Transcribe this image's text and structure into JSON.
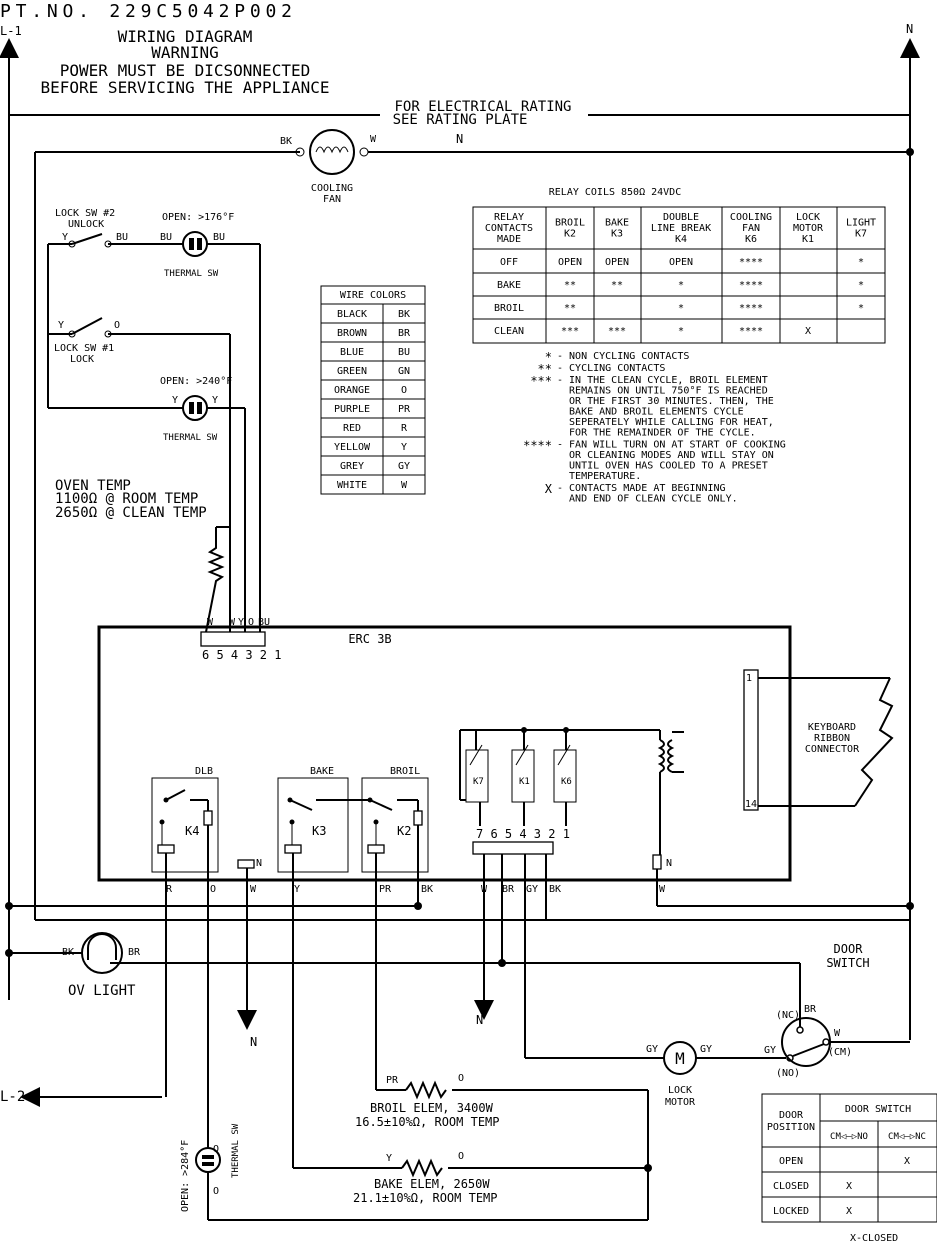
{
  "header": {
    "part_no": "PT.NO. 229C5042P002",
    "title": "WIRING DIAGRAM",
    "warning": "WARNING",
    "warning_line1": "POWER MUST BE DICSONNECTED",
    "warning_line2": "BEFORE SERVICING THE APPLIANCE",
    "rating_line1": "FOR ELECTRICAL RATING",
    "rating_line2": "SEE RATING PLATE"
  },
  "rails": {
    "l1": "L-1",
    "n": "N",
    "l2": "L-2"
  },
  "fan": {
    "label1": "COOLING",
    "label2": "FAN",
    "in": "BK",
    "out": "W",
    "n_label": "N"
  },
  "lock_sw2": {
    "label1": "LOCK SW #2",
    "label2": "UNLOCK",
    "a": "Y",
    "b": "BU"
  },
  "lock_sw1": {
    "label1": "LOCK SW #1",
    "label2": "LOCK",
    "a": "Y",
    "b": "O"
  },
  "thermal1": {
    "open": "OPEN: >176°F",
    "label": "THERMAL SW",
    "a": "BU",
    "b": "BU"
  },
  "thermal2": {
    "open": "OPEN: >240°F",
    "label": "THERMAL SW",
    "a": "Y",
    "b": "Y"
  },
  "thermal3": {
    "open": "OPEN: >284°F",
    "label": "THERMAL SW",
    "a": "O",
    "b": "O"
  },
  "oven_temp": {
    "line1": "OVEN TEMP",
    "line2": "1100Ω @ ROOM TEMP",
    "line3": "2650Ω @ CLEAN TEMP"
  },
  "wire_colors": {
    "title": "WIRE COLORS",
    "rows": [
      [
        "BLACK",
        "BK"
      ],
      [
        "BROWN",
        "BR"
      ],
      [
        "BLUE",
        "BU"
      ],
      [
        "GREEN",
        "GN"
      ],
      [
        "ORANGE",
        "O"
      ],
      [
        "PURPLE",
        "PR"
      ],
      [
        "RED",
        "R"
      ],
      [
        "YELLOW",
        "Y"
      ],
      [
        "GREY",
        "GY"
      ],
      [
        "WHITE",
        "W"
      ]
    ]
  },
  "relay_table": {
    "title": "RELAY COILS 850Ω 24VDC",
    "headers": [
      [
        "RELAY",
        "CONTACTS",
        "MADE"
      ],
      [
        "BROIL",
        "K2"
      ],
      [
        "BAKE",
        "K3"
      ],
      [
        "DOUBLE",
        "LINE BREAK",
        "K4"
      ],
      [
        "COOLING",
        "FAN",
        "K6"
      ],
      [
        "LOCK",
        "MOTOR",
        "K1"
      ],
      [
        "LIGHT",
        "K7"
      ]
    ],
    "rows": [
      [
        "OFF",
        "OPEN",
        "OPEN",
        "OPEN",
        "****",
        "",
        "*"
      ],
      [
        "BAKE",
        "**",
        "**",
        "*",
        "****",
        "",
        "*"
      ],
      [
        "BROIL",
        "**",
        "",
        "*",
        "****",
        "",
        "*"
      ],
      [
        "CLEAN",
        "***",
        "***",
        "*",
        "****",
        "X",
        ""
      ]
    ]
  },
  "notes": [
    {
      "sym": "*",
      "lines": [
        "- NON CYCLING CONTACTS"
      ]
    },
    {
      "sym": "**",
      "lines": [
        "- CYCLING CONTACTS"
      ]
    },
    {
      "sym": "***",
      "lines": [
        "- IN THE CLEAN CYCLE, BROIL ELEMENT",
        "  REMAINS ON UNTIL 750°F IS REACHED",
        "  OR THE FIRST 30 MINUTES. THEN, THE",
        "  BAKE AND BROIL ELEMENTS CYCLE",
        "  SEPERATELY WHILE CALLING FOR HEAT,",
        "  FOR THE REMAINDER OF THE CYCLE."
      ]
    },
    {
      "sym": "****",
      "lines": [
        "- FAN WILL TURN ON AT START OF COOKING",
        "  OR CLEANING MODES AND WILL STAY ON",
        "  UNTIL OVEN HAS COOLED TO A PRESET",
        "  TEMPERATURE."
      ]
    },
    {
      "sym": "X",
      "lines": [
        "- CONTACTS MADE AT BEGINNING",
        "  AND END OF CLEAN CYCLE ONLY."
      ]
    }
  ],
  "erc": {
    "label": "ERC 3B",
    "conn_left_wires": [
      "W",
      "W",
      "Y",
      "O",
      "BU"
    ],
    "conn_left_pins": "6 5 4 3 2 1",
    "conn_right_pins": "7 6 5 4 3 2 1",
    "dlb": "DLB",
    "k4": "K4",
    "bake": "BAKE",
    "k3": "K3",
    "broil": "BROIL",
    "k2": "K2",
    "k7": "K7",
    "k1": "K1",
    "k6": "K6",
    "n_term": "N",
    "n_term2": "N",
    "pin1": "1",
    "pin14": "14"
  },
  "bottom_wires": [
    "R",
    "O",
    "W",
    "Y",
    "PR",
    "BK",
    "W",
    "BR",
    "GY",
    "BK",
    "W"
  ],
  "keyboard": {
    "line1": "KEYBOARD",
    "line2": "RIBBON",
    "line3": "CONNECTOR"
  },
  "ov_light": {
    "label": "OV LIGHT",
    "in": "BK",
    "out": "BR"
  },
  "n_arrows": {
    "a": "N",
    "b": "N"
  },
  "door_switch": {
    "label1": "DOOR",
    "label2": "SWITCH",
    "nc": "(NC)",
    "no": "(NO)",
    "cm": "(CM)",
    "br": "BR",
    "w": "W",
    "gy": "GY"
  },
  "lock_motor": {
    "label1": "LOCK",
    "label2": "MOTOR",
    "m": "M",
    "a": "GY",
    "b": "GY"
  },
  "broil_elem": {
    "line1": "BROIL ELEM, 3400W",
    "line2": "16.5±10%Ω, ROOM TEMP",
    "a": "PR",
    "b": "O"
  },
  "bake_elem": {
    "line1": "BAKE ELEM, 2650W",
    "line2": "21.1±10%Ω, ROOM TEMP",
    "a": "Y",
    "b": "O"
  },
  "door_table": {
    "h1": [
      "DOOR",
      "POSITION"
    ],
    "h2": "DOOR SWITCH",
    "c1": "CM◁—▷NO",
    "c2": "CM◁—▷NC",
    "rows": [
      [
        "OPEN",
        "",
        "X"
      ],
      [
        "CLOSED",
        "X",
        ""
      ],
      [
        "LOCKED",
        "X",
        ""
      ]
    ],
    "legend": "X-CLOSED"
  }
}
